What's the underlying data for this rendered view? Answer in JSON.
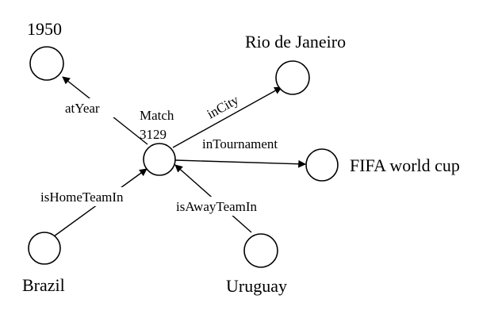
{
  "diagram": {
    "nodes": {
      "year": "1950",
      "city": "Rio de Janeiro",
      "match_line1": "Match",
      "match_line2": "3129",
      "tournament": "FIFA world cup",
      "home": "Brazil",
      "away": "Uruguay"
    },
    "edges": {
      "at_year": "atYear",
      "in_city": "inCity",
      "in_tournament": "inTournament",
      "is_home_team_in": "isHomeTeamIn",
      "is_away_team_in": "isAwayTeamIn"
    }
  }
}
